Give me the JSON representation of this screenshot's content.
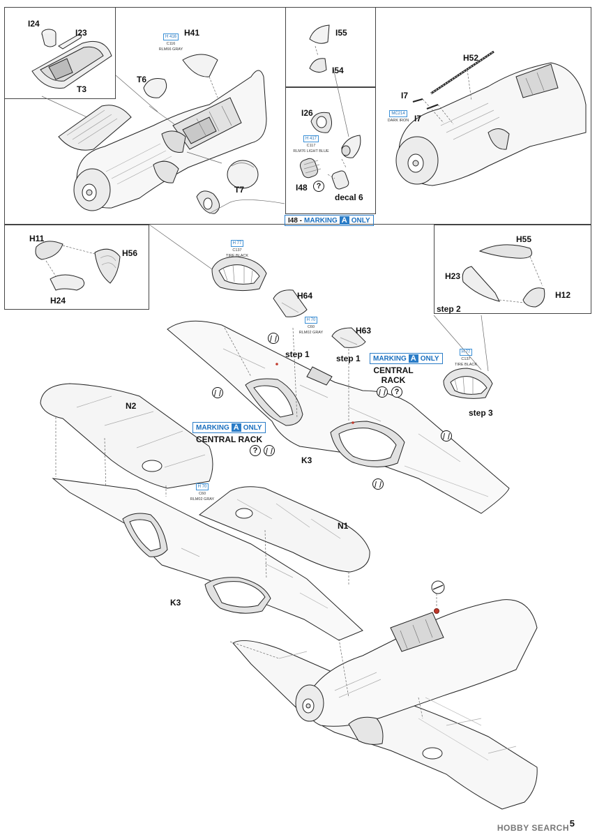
{
  "labels": {
    "i24": "I24",
    "i23": "I23",
    "t3": "T3",
    "h41": "H41",
    "t6": "T6",
    "t7": "T7",
    "i55": "I55",
    "i54": "I54",
    "i26": "I26",
    "i48": "I48",
    "decal6": "decal 6",
    "h52": "H52",
    "i7a": "I7",
    "i7b": "I7",
    "h11": "H11",
    "h56": "H56",
    "h24": "H24",
    "h55": "H55",
    "h23": "H23",
    "h12": "H12",
    "step2": "step 2",
    "step3": "step 3",
    "h64": "H64",
    "h63": "H63",
    "step1a": "step 1",
    "step1b": "step 1",
    "n2": "N2",
    "n1": "N1",
    "k3a": "K3",
    "k3b": "K3",
    "central_rack_a": "CENTRAL RACK",
    "central_rack_b1": "CENTRAL",
    "central_rack_b2": "RACK"
  },
  "paints": {
    "p_h41": {
      "code": "H 416",
      "ref": "C116",
      "name": "RLM66 GRAY"
    },
    "p_i26": {
      "code": "H 417",
      "ref": "C117",
      "name": "RLM76 LIGHT BLUE"
    },
    "p_i7": {
      "code": "MC214",
      "ref": "",
      "name": "DARK IRON"
    },
    "p_tire1": {
      "code": "H 77",
      "ref": "C137",
      "name": "TIRE BLACK"
    },
    "p_h64": {
      "code": "H 70",
      "ref": "C60",
      "name": "RLM02 GRAY"
    },
    "p_tire2": {
      "code": "H 77",
      "ref": "C137",
      "name": "TIRE BLACK"
    },
    "p_n2": {
      "code": "H 70",
      "ref": "C60",
      "name": "RLM02 GRAY"
    }
  },
  "markings": {
    "i48_note": {
      "prefix": "I48 - ",
      "word": "MARKING",
      "letter": "A",
      "suffix": "ONLY"
    },
    "rack_right": {
      "prefix": "",
      "word": "MARKING",
      "letter": "A",
      "suffix": "ONLY"
    },
    "rack_left": {
      "prefix": "",
      "word": "MARKING",
      "letter": "A",
      "suffix": "ONLY"
    }
  },
  "symbols": {
    "optional": "?"
  },
  "footer": {
    "page_number": "5",
    "watermark": "HOBBY SEARCH"
  }
}
